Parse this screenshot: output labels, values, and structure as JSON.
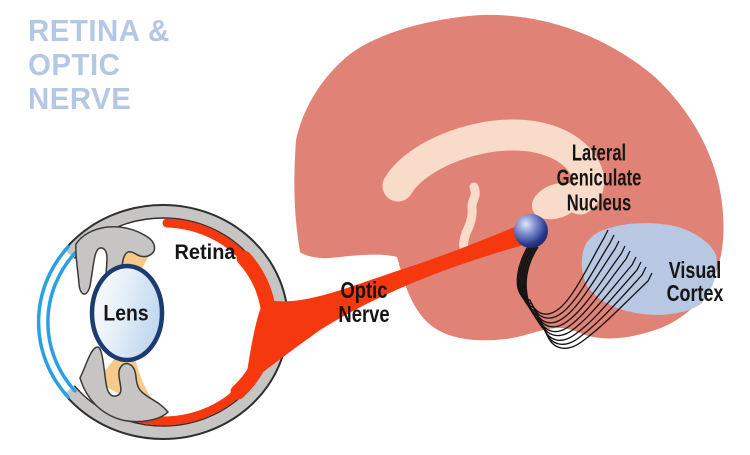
{
  "title": {
    "lines": [
      "RETINA &",
      "OPTIC",
      "NERVE"
    ]
  },
  "labels": {
    "retina": "Retina",
    "lens": "Lens",
    "optic_nerve": {
      "line1": "Optic",
      "line2": "Nerve"
    },
    "lateral_geniculate_nucleus": {
      "line1": "Lateral",
      "line2": "Geniculate",
      "line3": "Nucleus"
    },
    "visual_cortex": {
      "line1": "Visual",
      "line2": "Cortex"
    }
  },
  "colors": {
    "background": "#ffffff",
    "title_text": "#b4c8e6",
    "label_text": "#151515",
    "brain": "#e08275",
    "corpus_callosum": "#f9dbc9",
    "visual_cortex_region": "#b8c7e2",
    "optic_nerve_red": "#f5380d",
    "eye_sclera_gray": "#c6c5c3",
    "eye_outline": "#2f2f2f",
    "cornea_blue": "#2aa0e4",
    "ciliary_zonule_orange": "#f6c988",
    "lens_border_navy": "#1c3b70",
    "lgn_sphere_navy": "#1b2a6b",
    "optic_radiation_black": "#141414"
  }
}
